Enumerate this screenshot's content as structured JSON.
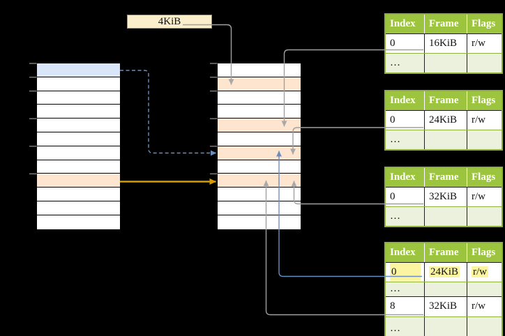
{
  "labels": {
    "frame_size": "4KiB"
  },
  "colors": {
    "background": "#000000",
    "highlight_row_blue": "#d9e6f8",
    "highlight_row_orange": "#fde5cf",
    "frame_size_box_fill": "#fbeecb",
    "table_header_green": "#9dc43e",
    "table_border_green": "#8fb23c",
    "table_alt_row_green": "#ebf1dd",
    "text_highlight_yellow": "#fbf5a1",
    "connector_gray": "#a0a0a0",
    "connector_blue": "#6c8ebf",
    "connector_orange": "#d89c00"
  },
  "memory_columns": {
    "left": {
      "rows": [
        "blue",
        "white",
        "white",
        "white",
        "white",
        "white",
        "white",
        "white",
        "orange",
        "white",
        "white",
        "white"
      ],
      "ticks": [
        0,
        1,
        2,
        4,
        6,
        8
      ]
    },
    "middle": {
      "rows": [
        "white",
        "orange",
        "white",
        "white",
        "orange",
        "white",
        "orange",
        "white",
        "orange",
        "white",
        "white",
        "white"
      ],
      "ticks": [
        0,
        1,
        2,
        4,
        6,
        8
      ]
    }
  },
  "frame_tables": [
    {
      "headers": [
        "Index",
        "Frame",
        "Flags"
      ],
      "rows": [
        {
          "cells": [
            "0",
            "16KiB",
            "r/w"
          ],
          "variant": "white",
          "highlight": false
        },
        {
          "cells": [
            "…",
            "",
            ""
          ],
          "variant": "green",
          "highlight": false
        }
      ]
    },
    {
      "headers": [
        "Index",
        "Frame",
        "Flags"
      ],
      "rows": [
        {
          "cells": [
            "0",
            "24KiB",
            "r/w"
          ],
          "variant": "white",
          "highlight": false
        },
        {
          "cells": [
            "…",
            "",
            ""
          ],
          "variant": "green",
          "highlight": false
        }
      ]
    },
    {
      "headers": [
        "Index",
        "Frame",
        "Flags"
      ],
      "rows": [
        {
          "cells": [
            "0",
            "32KiB",
            "r/w"
          ],
          "variant": "white",
          "highlight": false
        },
        {
          "cells": [
            "…",
            "",
            ""
          ],
          "variant": "green",
          "highlight": false
        }
      ]
    },
    {
      "headers": [
        "Index",
        "Frame",
        "Flags"
      ],
      "rows": [
        {
          "cells": [
            "0",
            "24KiB",
            "r/w"
          ],
          "variant": "white",
          "highlight": true
        },
        {
          "cells": [
            "…",
            "",
            ""
          ],
          "variant": "green",
          "highlight": false
        },
        {
          "cells": [
            "8",
            "32KiB",
            "r/w"
          ],
          "variant": "white",
          "highlight": false
        },
        {
          "cells": [
            "…",
            "",
            ""
          ],
          "variant": "green",
          "highlight": false
        }
      ]
    }
  ]
}
